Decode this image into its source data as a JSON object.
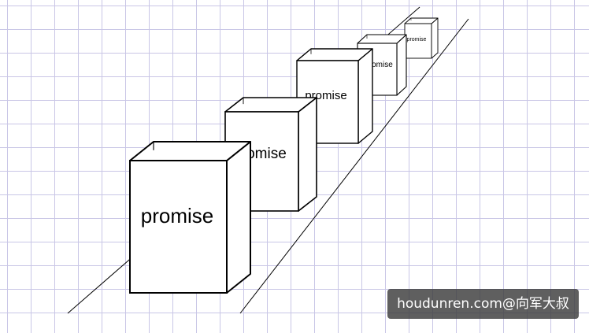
{
  "boxes": [
    {
      "label": "promise"
    },
    {
      "label": "promise"
    },
    {
      "label": "promise"
    },
    {
      "label": "promise"
    },
    {
      "label": "promise"
    }
  ],
  "watermark": "houdunren.com@向军大叔",
  "colors": {
    "grid": "#c9c6e6",
    "stroke": "#000000",
    "box_fill": "#ffffff"
  }
}
